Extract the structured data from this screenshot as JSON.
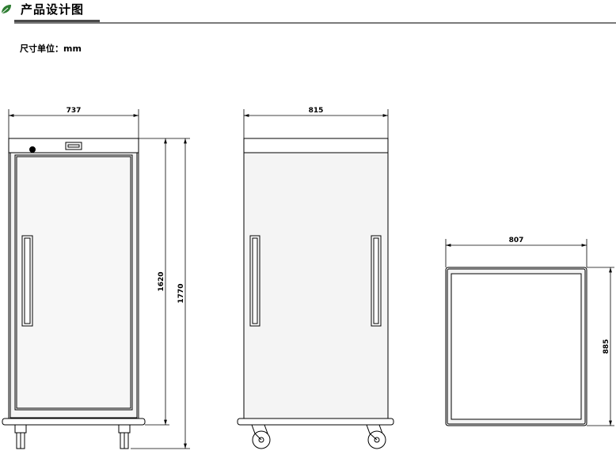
{
  "header": {
    "title": "产品设计图",
    "accent_color": "#2e7d32",
    "icon": "leaf-icon"
  },
  "units": {
    "label": "尺寸单位：",
    "value": "mm"
  },
  "views": {
    "front": {
      "width": "737",
      "body_height": "1620",
      "total_height": "1770"
    },
    "side": {
      "width": "815"
    },
    "top": {
      "width": "807",
      "depth": "885"
    }
  }
}
